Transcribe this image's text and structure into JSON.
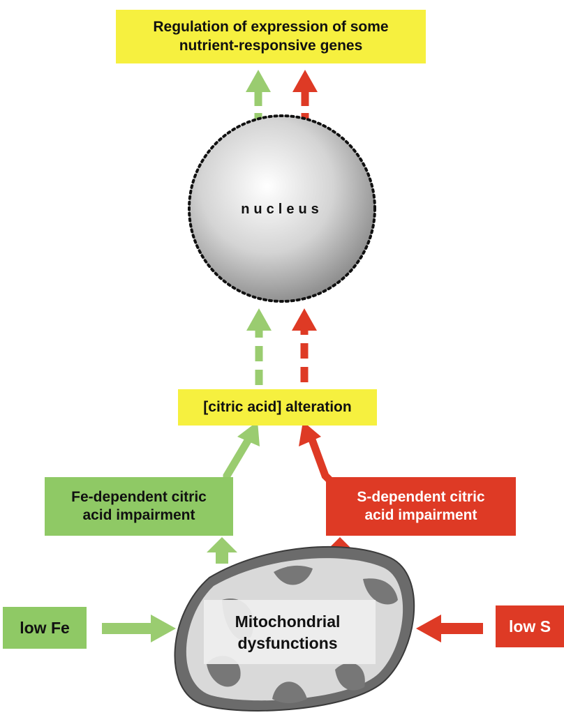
{
  "top_box": {
    "line1": "Regulation of expression of some",
    "line2": "nutrient-responsive genes"
  },
  "nucleus": {
    "label": "nucleus"
  },
  "citric_box": {
    "label": "[citric acid] alteration"
  },
  "fe_box": {
    "line1": "Fe-dependent citric",
    "line2": "acid impairment"
  },
  "s_box": {
    "line1": "S-dependent citric",
    "line2": "acid impairment"
  },
  "mitochondrion": {
    "line1": "Mitochondrial",
    "line2": "dysfunctions"
  },
  "low_fe": {
    "label": "low Fe"
  },
  "low_s": {
    "label": "low S"
  },
  "colors": {
    "yellow": "#f6f03f",
    "green": "#8fc965",
    "red": "#de3a25"
  }
}
